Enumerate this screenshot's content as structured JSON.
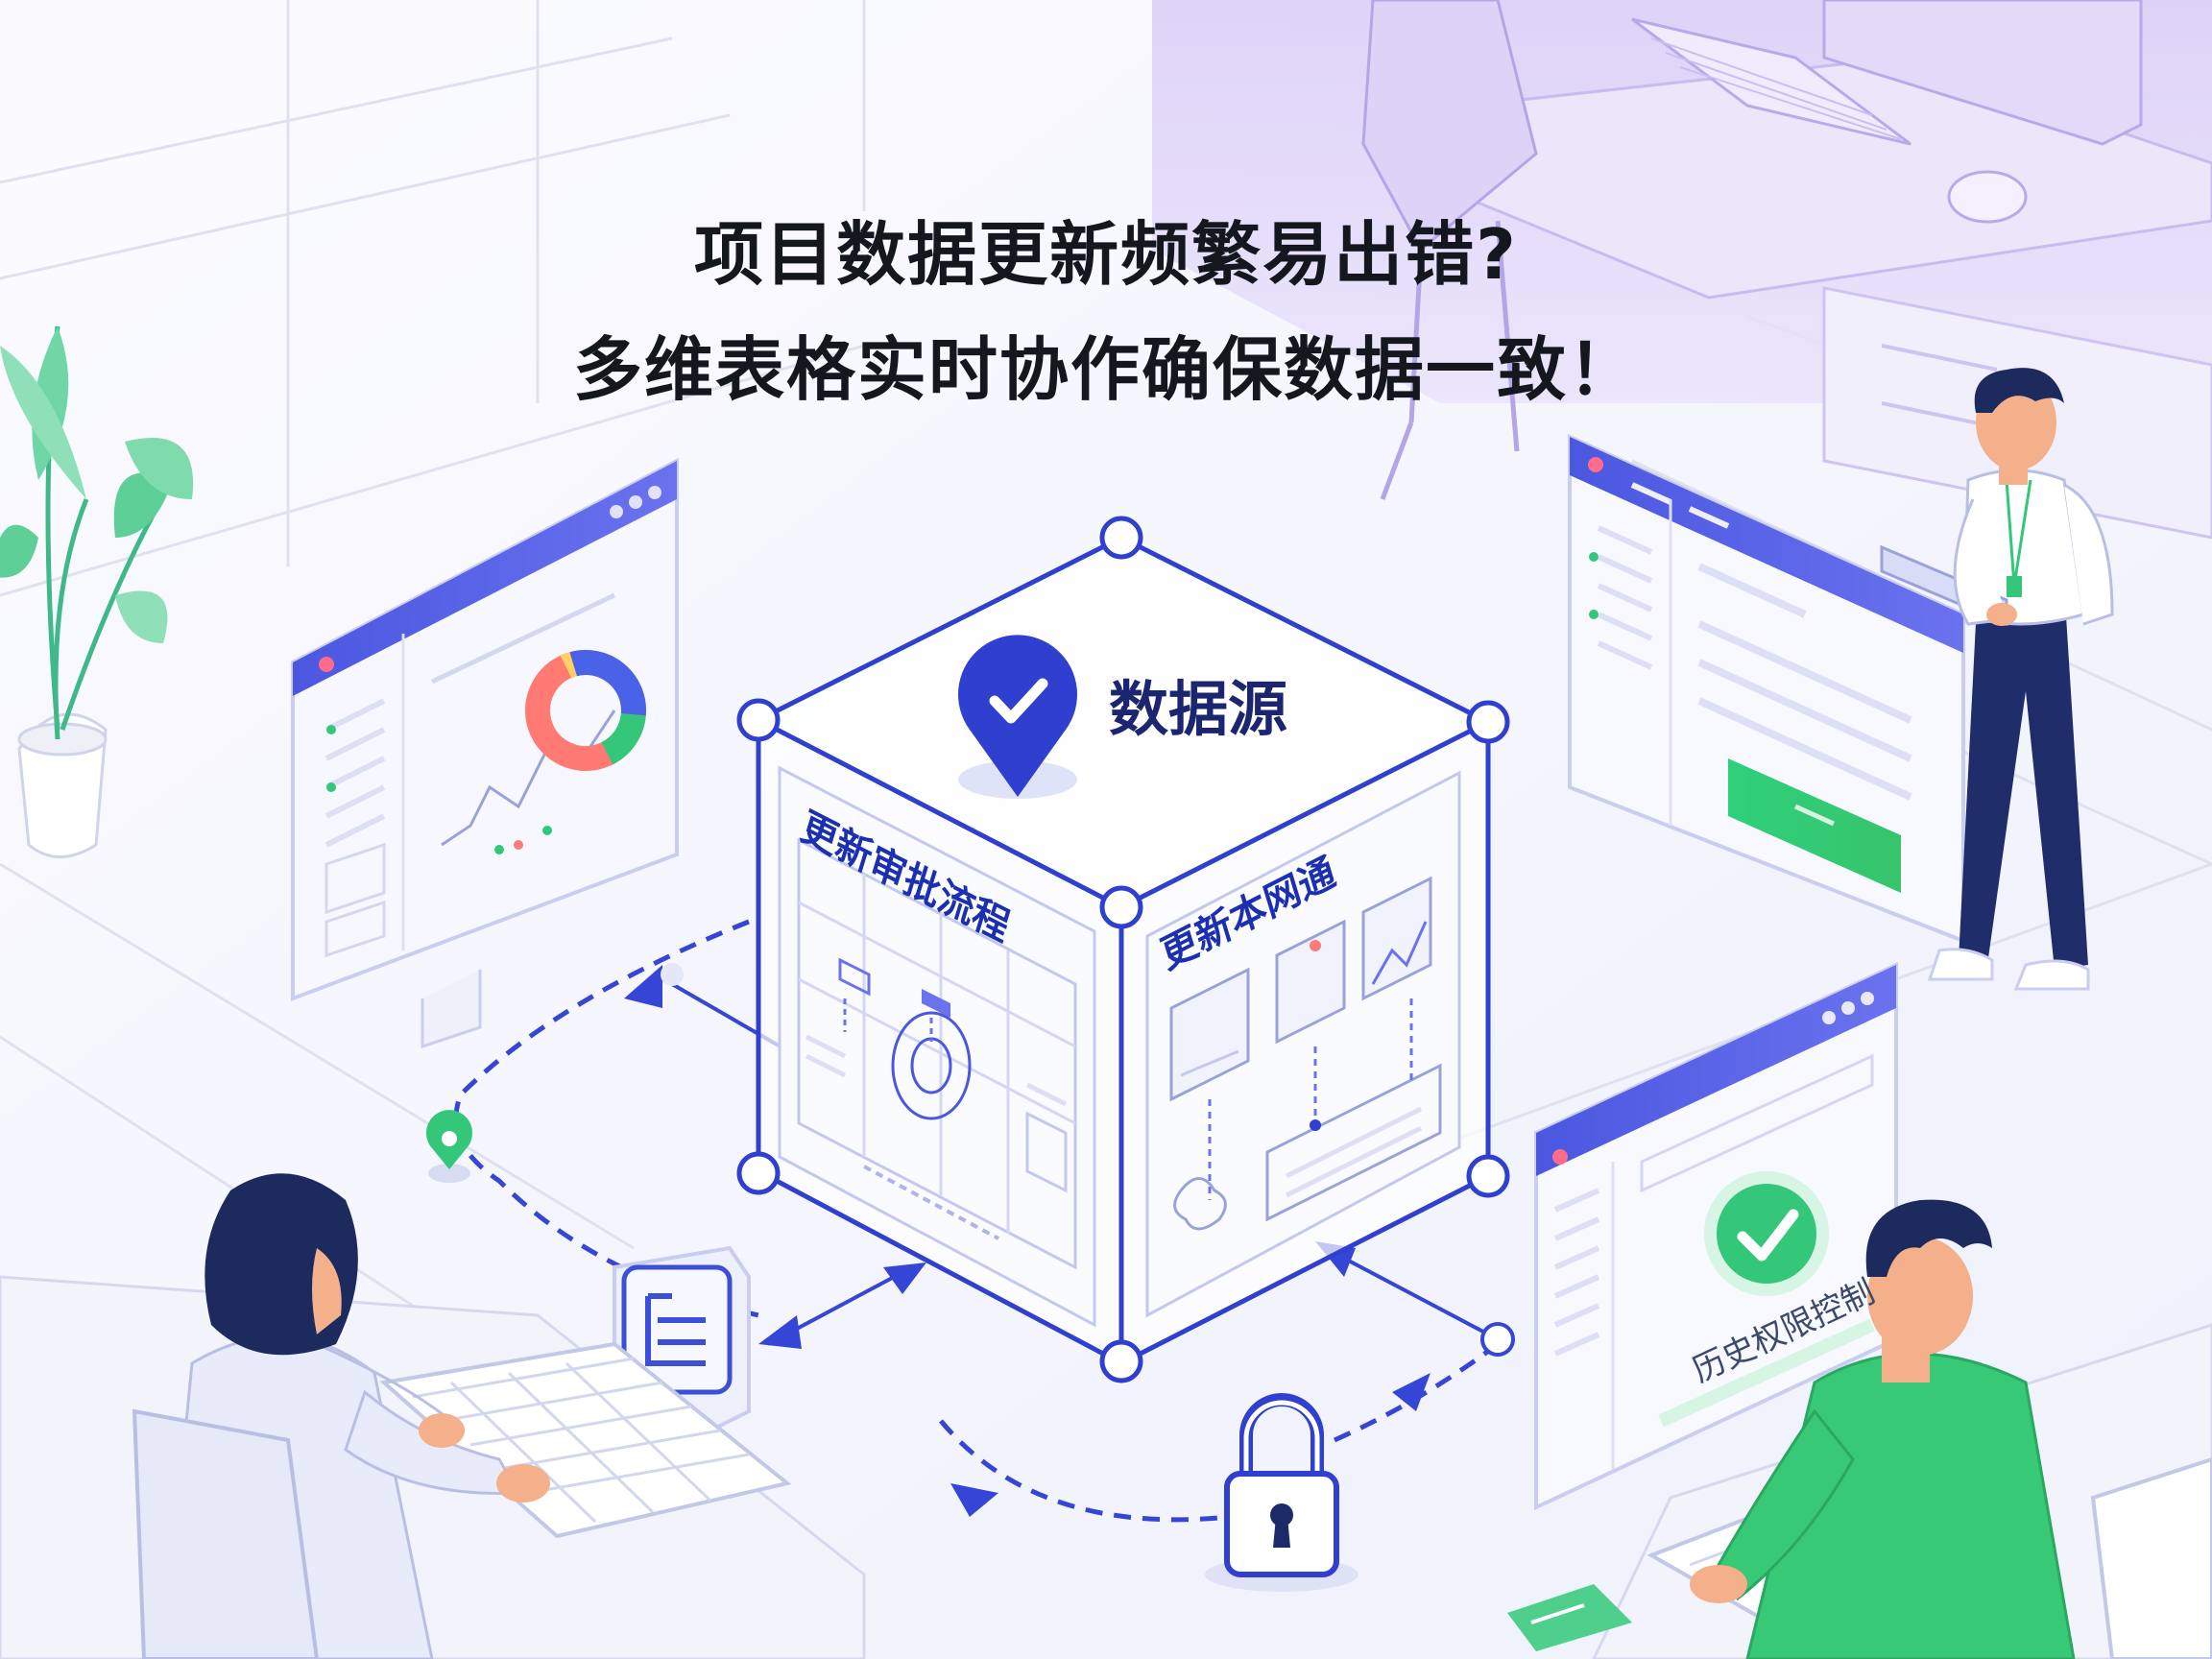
{
  "headline": {
    "line1": "项目数据更新频繁易出错?",
    "line2": "多维表格实时协作确保数据一致！"
  },
  "cube": {
    "top_label": "数据源",
    "left_face_title": "更新审批流程",
    "right_face_title": "更新本网通"
  },
  "right_panel": {
    "caption": "历史权限控制"
  },
  "colors": {
    "primary_blue": "#2f3fd0",
    "accent_green": "#34c77a",
    "purple_tint": "#cfc3f5",
    "text_dark": "#15171f"
  },
  "icons": [
    "check-pin-icon",
    "document-icon",
    "padlock-icon",
    "check-circle-icon",
    "donut-chart-icon"
  ]
}
